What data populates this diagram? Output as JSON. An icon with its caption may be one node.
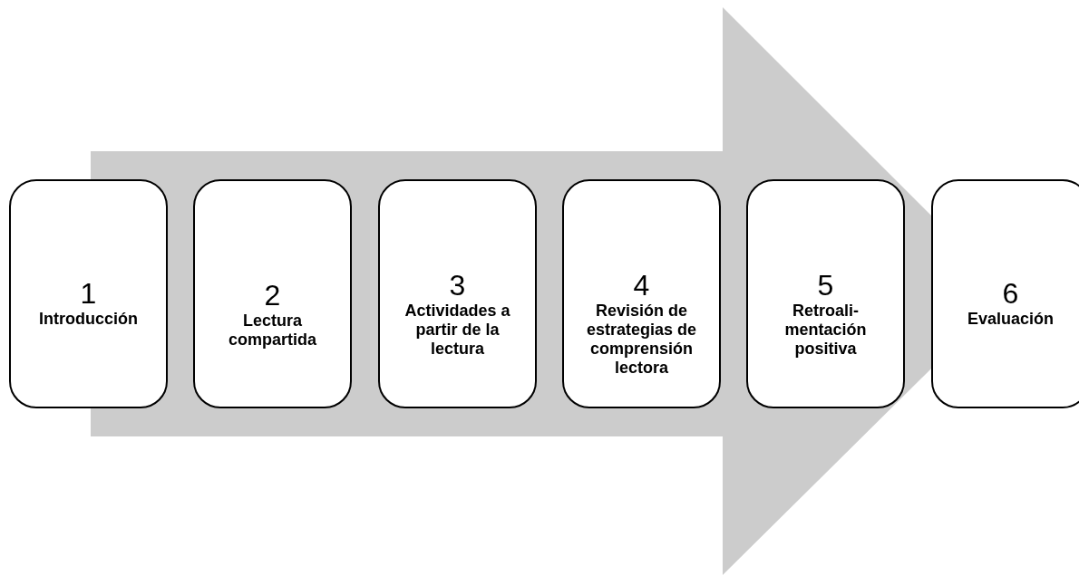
{
  "diagram": {
    "nodes": [
      {
        "text": [
          "1",
          "Introducción"
        ]
      },
      {
        "text": [
          "2",
          "Lectura compartida"
        ]
      },
      {
        "text": [
          "3",
          "Actividades a partir de la lectura"
        ]
      },
      {
        "text": [
          "4",
          "Revisión de estrategias de comprensión lectora"
        ]
      },
      {
        "text": [
          "5",
          "Retroali- mentación positiva"
        ]
      },
      {
        "text": [
          "6",
          "Evaluación"
        ]
      }
    ],
    "edges": [
      {
        "from": 0,
        "to": 5,
        "arrow": "to"
      }
    ]
  }
}
